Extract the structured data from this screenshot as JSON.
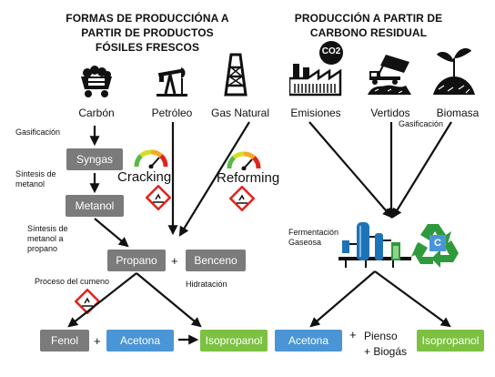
{
  "titles": {
    "left": "FORMAS DE PRODUCCIÓNA A PARTIR DE PRODUCTOS FÓSILES FRESCOS",
    "right": "PRODUCCIÓN A PARTIR DE CARBONO RESIDUAL"
  },
  "sources_left": [
    "Carbón",
    "Petróleo",
    "Gas Natural"
  ],
  "sources_right": [
    "Emisiones",
    "Vertidos",
    "Biomasa"
  ],
  "co2_text": "CO2",
  "steps": {
    "gasificacion_left": "Gasificación",
    "sintesis_metanol": "Síntesis de metanol",
    "sintesis_propano": "Síntesis de metanol a propano",
    "proceso_cumeno": "Proceso del cumeno",
    "hidratacion": "Hidratación",
    "gasificacion_right": "Gasificación",
    "fermentacion": "Fermentación Gaseosa",
    "cracking": "Cracking",
    "reforming": "Reforming"
  },
  "boxes": {
    "syngas": "Syngas",
    "metanol": "Metanol",
    "propano": "Propano",
    "benceno": "Benceno",
    "fenol": "Fenol",
    "acetona_left": "Acetona",
    "isopropanol_left": "Isopropanol",
    "acetona_right": "Acetona",
    "isopropanol_right": "Isopropanol"
  },
  "operators": {
    "plus": "+"
  },
  "byproducts": {
    "pienso": "Pienso",
    "biogas": "+ Biogás"
  },
  "recycle_letter": "C",
  "colors": {
    "gray_box": "#7b7b7b",
    "blue_box": "#4a95d6",
    "green_box": "#7cc142",
    "hazard_red": "#e2231a",
    "recycle_green": "#2e9a3c",
    "tank_blue": "#1e73b6"
  }
}
